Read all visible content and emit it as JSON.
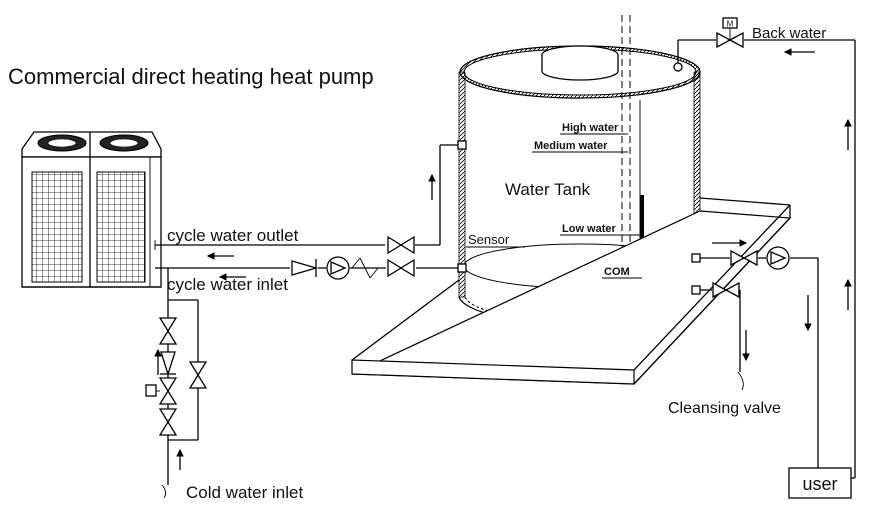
{
  "title": "Commercial direct heating heat pump",
  "labels": {
    "back_water": "Back water",
    "valve_m": "M",
    "water_tank": "Water Tank",
    "high_water": "High water",
    "medium_water": "Medium water",
    "low_water": "Low water",
    "com": "COM",
    "sensor": "Sensor",
    "cycle_water_outlet": "cycle water outlet",
    "cycle_water_inlet": "cycle water inlet",
    "cold_water_inlet": "Cold water inlet",
    "cleansing_valve": "Cleansing valve",
    "user": "user"
  },
  "icons": [
    "heat-pump-unit-icon",
    "gate-valve-icon",
    "check-valve-icon",
    "pump-icon",
    "motorized-valve-icon",
    "flow-arrow-icon"
  ]
}
